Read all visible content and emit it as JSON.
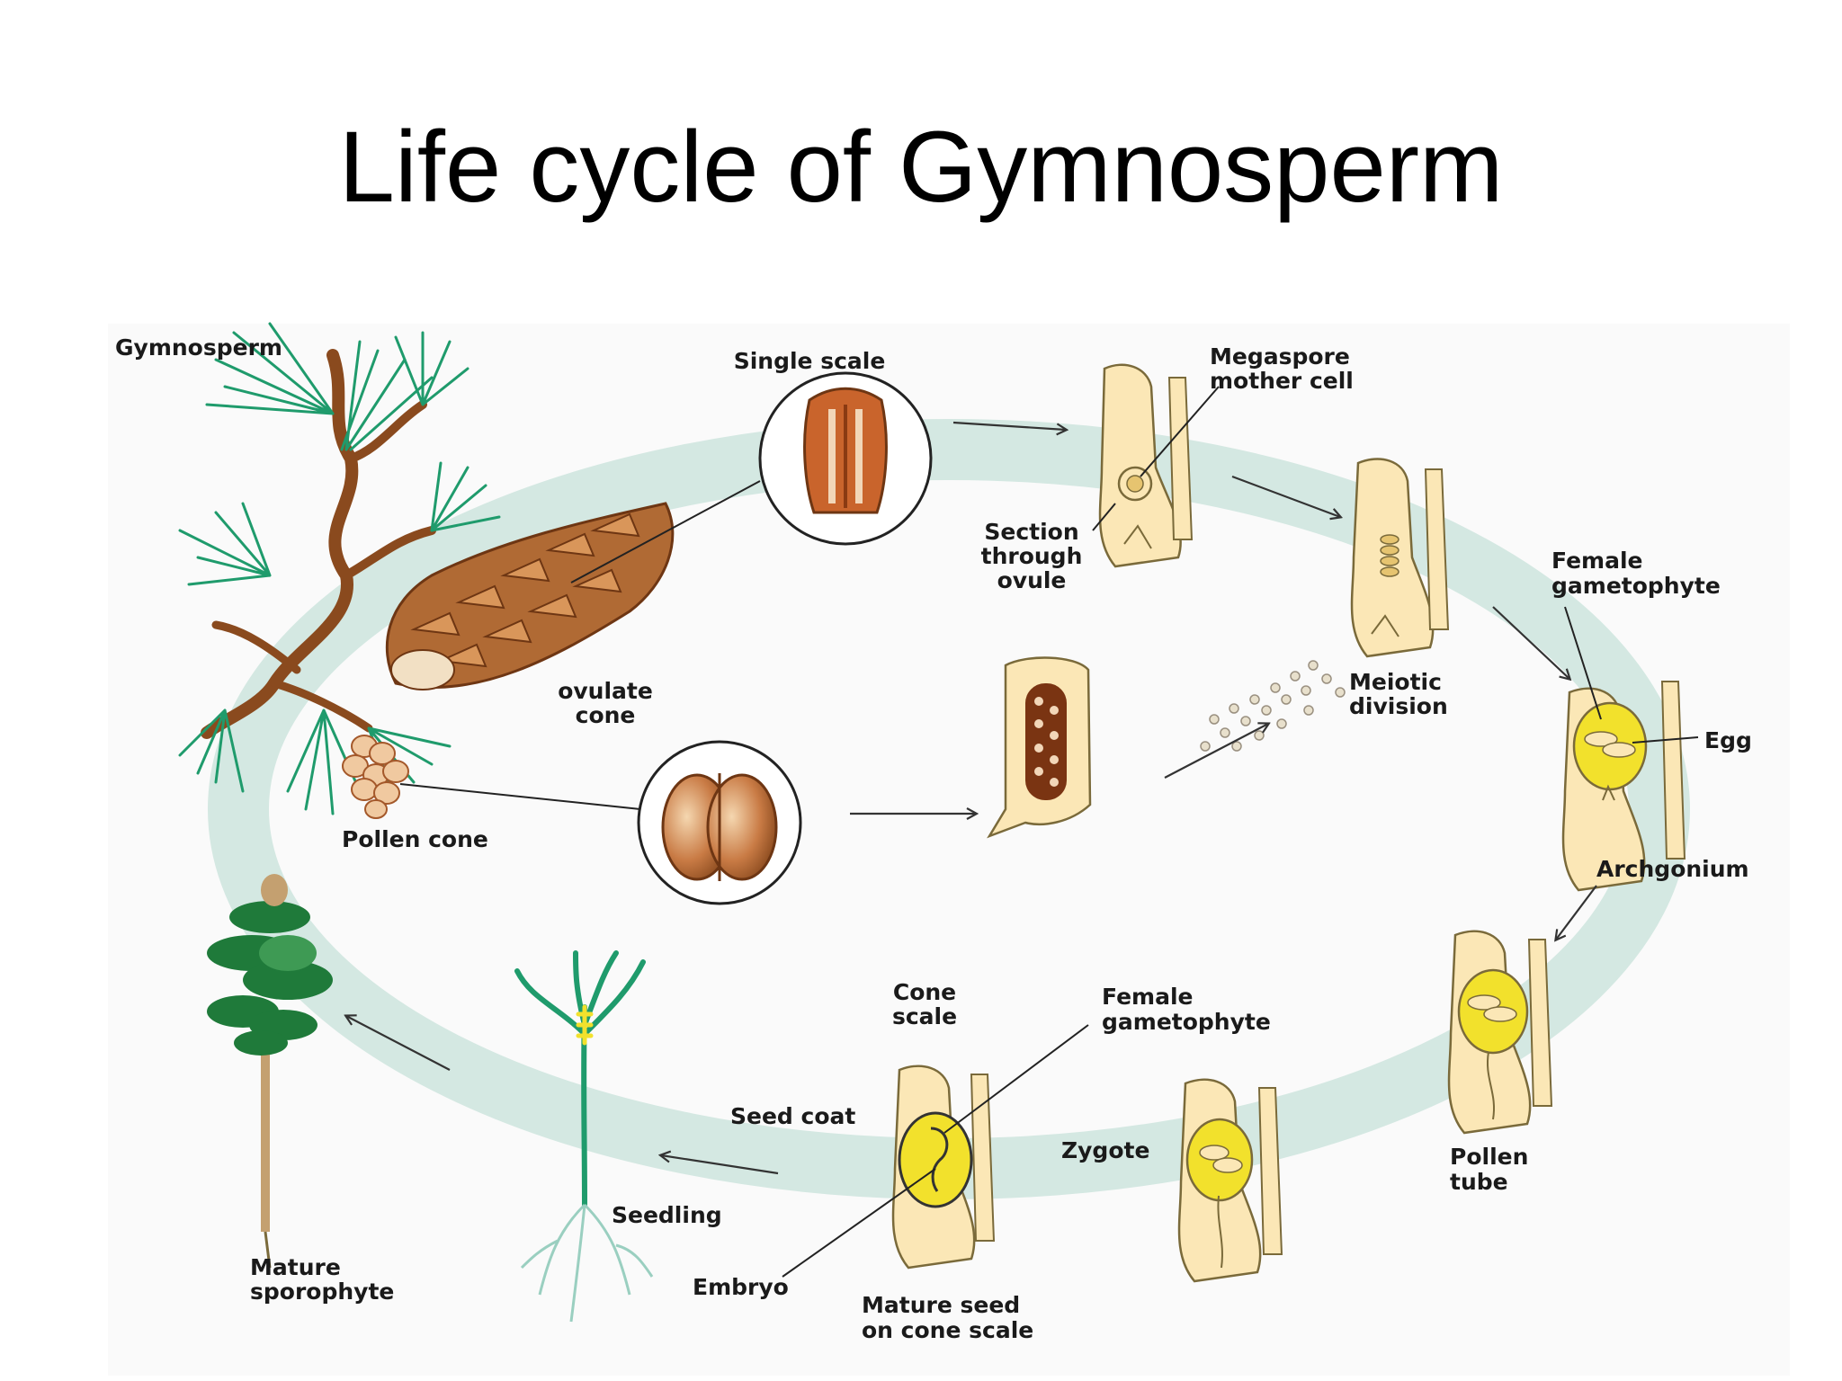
{
  "title": "Life cycle of Gymnosperm",
  "labels": {
    "gymnosperm": "Gymnosperm",
    "single_scale": "Single scale",
    "megaspore_mother_cell": [
      "Megaspore",
      "mother cell"
    ],
    "section_through_ovule": [
      "Section",
      "through",
      "ovule"
    ],
    "female_gametophyte_top": [
      "Female",
      "gametophyte"
    ],
    "ovulate_cone": [
      "ovulate",
      "cone"
    ],
    "meiotic_division": [
      "Meiotic",
      "division"
    ],
    "egg": "Egg",
    "pollen_cone": "Pollen cone",
    "archegonium": "Archgonium",
    "cone_scale": [
      "Cone",
      "scale"
    ],
    "female_gametophyte_bottom": [
      "Female",
      "gametophyte"
    ],
    "seed_coat": "Seed coat",
    "zygote": "Zygote",
    "pollen_tube": [
      "Pollen",
      "tube"
    ],
    "seedling": "Seedling",
    "mature_sporophyte": [
      "Mature",
      "sporophyte"
    ],
    "embryo": "Embryo",
    "mature_seed": [
      "Mature seed",
      "on cone scale"
    ]
  },
  "colors": {
    "cycle_ring": "#d4e8e2",
    "tissue_cream": "#fbe7b6",
    "gametophyte_yellow": "#f2e12c",
    "cone_brown": "#a4582a",
    "needle_green": "#1f9b6c",
    "branch_brown": "#8a4a1e"
  }
}
